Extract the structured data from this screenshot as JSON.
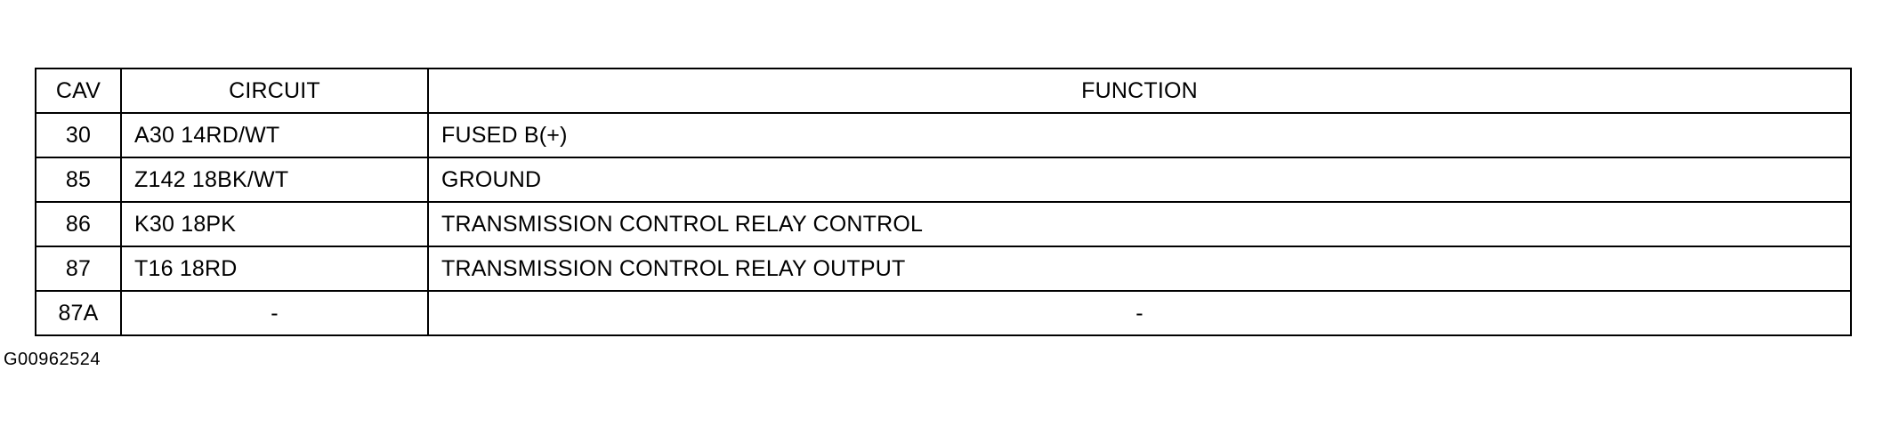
{
  "table": {
    "headers": {
      "cav": "CAV",
      "circuit": "CIRCUIT",
      "function": "FUNCTION"
    },
    "rows": [
      {
        "cav": "30",
        "circuit": "A30 14RD/WT",
        "function": "FUSED B(+)"
      },
      {
        "cav": "85",
        "circuit": "Z142 18BK/WT",
        "function": "GROUND"
      },
      {
        "cav": "86",
        "circuit": "K30 18PK",
        "function": "TRANSMISSION CONTROL RELAY CONTROL"
      },
      {
        "cav": "87",
        "circuit": "T16 18RD",
        "function": "TRANSMISSION CONTROL RELAY OUTPUT"
      },
      {
        "cav": "87A",
        "circuit": "-",
        "function": "-"
      }
    ]
  },
  "figure_id": "G00962524"
}
